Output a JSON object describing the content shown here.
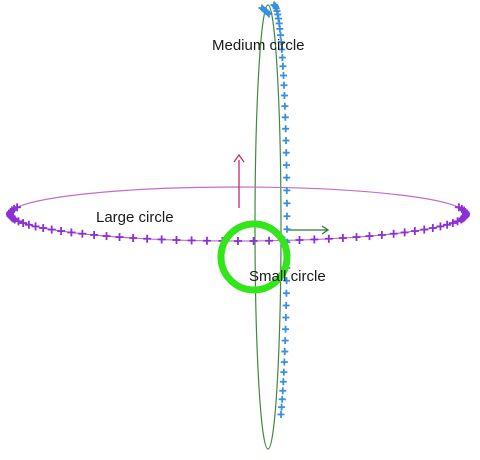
{
  "labels": {
    "medium": "Medium circle",
    "large": "Large circle",
    "small": "Small circle"
  },
  "colors": {
    "large_circle_line": "#c46cc8",
    "large_circle_markers": "#8b2fd6",
    "medium_circle_line": "#3f8a3a",
    "medium_circle_markers": "#3a8fe0",
    "small_circle": "#33e61a",
    "arrow_up": "#c42a6a",
    "arrow_right": "#2f7a2f"
  },
  "icons": {
    "large_marker": "plus-marker",
    "medium_marker": "plus-marker",
    "arrow": "arrowhead"
  }
}
